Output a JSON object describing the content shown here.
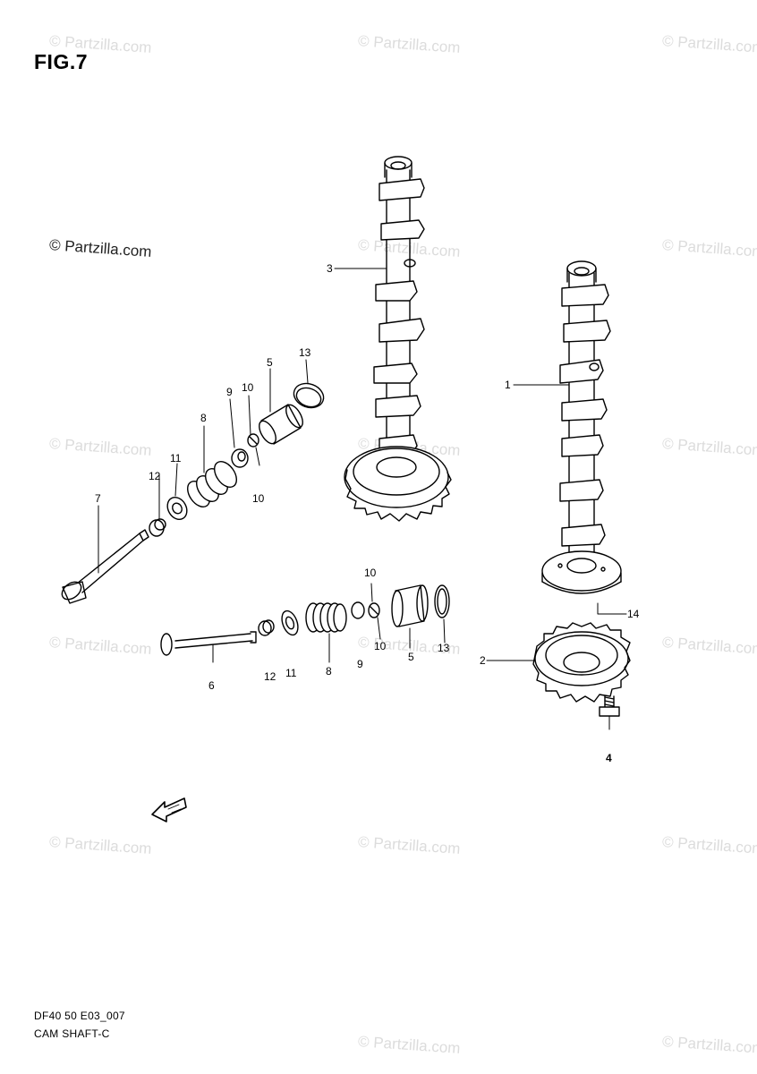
{
  "figure_title": "FIG.7",
  "watermark": "© Partzilla.com",
  "callouts": [
    "1",
    "2",
    "3",
    "4",
    "5",
    "5",
    "6",
    "7",
    "8",
    "8",
    "9",
    "9",
    "10",
    "10",
    "10",
    "10",
    "11",
    "11",
    "12",
    "12",
    "13",
    "13",
    "14"
  ],
  "footer": {
    "line1": "DF40 50 E03_007",
    "line2": "CAM SHAFT-C"
  },
  "colors": {
    "ink": "#000000",
    "watermark": "#dcdcdc",
    "background": "#ffffff"
  },
  "icons": [
    "fwd-arrow-icon"
  ]
}
